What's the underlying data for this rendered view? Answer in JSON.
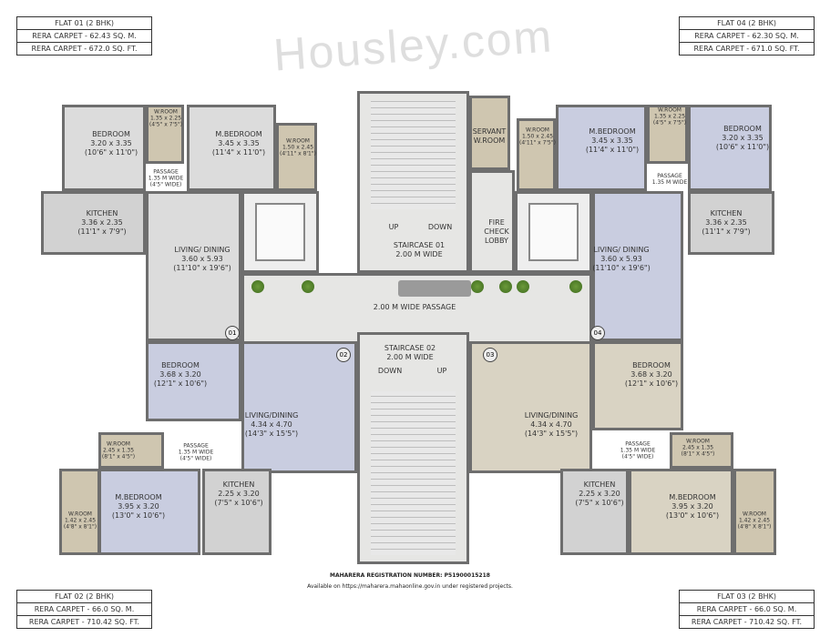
{
  "area_tables": [
    {
      "title": "FLAT 01 (2 BHK)",
      "sqm": "RERA CARPET - 62.43 SQ. M.",
      "sqft": "RERA CARPET - 672.0 SQ. FT."
    },
    {
      "title": "FLAT 04 (2 BHK)",
      "sqm": "RERA CARPET - 62.30 SQ. M.",
      "sqft": "RERA CARPET - 671.0 SQ. FT."
    },
    {
      "title": "FLAT 02 (2 BHK)",
      "sqm": "RERA CARPET -  66.0 SQ. M.",
      "sqft": "RERA CARPET - 710.42 SQ. FT."
    },
    {
      "title": "FLAT 03 (2 BHK)",
      "sqm": "RERA CARPET - 66.0 SQ. M.",
      "sqft": "RERA CARPET - 710.42 SQ. FT."
    }
  ],
  "rooms": [
    {
      "name": "BEDROOM",
      "dim": "3.20 x 3.35",
      "imp": "(10'6\" x 11'0\")"
    },
    {
      "name": "W.ROOM",
      "dim": "1.35 x 2.25",
      "imp": "(4'5\" x 7'5\")"
    },
    {
      "name": "M.BEDROOM",
      "dim": "3.45 x 3.35",
      "imp": "(11'4\" x 11'0\")"
    },
    {
      "name": "W.ROOM",
      "dim": "1.50 x 2.45",
      "imp": "(4'11\" x 8'1\")"
    },
    {
      "name": "PASSAGE",
      "dim": "1.35 M WIDE",
      "imp": "(4'5\" WIDE)"
    },
    {
      "name": "KITCHEN",
      "dim": "3.36 x 2.35",
      "imp": "(11'1\" x 7'9\")"
    },
    {
      "name": "LIVING/ DINING",
      "dim": "3.60 x 5.93",
      "imp": "(11'10\" x 19'6\")"
    },
    {
      "name": "STAIRCASE 01",
      "dim": "2.00 M WIDE",
      "imp": ""
    },
    {
      "name": "SERVANT",
      "dim": "W.ROOM",
      "imp": ""
    },
    {
      "name": "FIRE",
      "dim": "CHECK",
      "imp": "LOBBY"
    },
    {
      "name": "W.ROOM",
      "dim": "1.50 x 2.45",
      "imp": "(4'11\" x 7'5\")"
    },
    {
      "name": "M.BEDROOM",
      "dim": "3.45 x 3.35",
      "imp": "(11'4\" x 11'0\")"
    },
    {
      "name": "W.ROOM",
      "dim": "1.35 x 2.25",
      "imp": "(4'5\" x 7'5\")"
    },
    {
      "name": "BEDROOM",
      "dim": "3.20 x 3.35",
      "imp": "(10'6\" x 11'0\")"
    },
    {
      "name": "PASSAGE",
      "dim": "1.35 M WIDE",
      "imp": ""
    },
    {
      "name": "KITCHEN",
      "dim": "3.36 x 2.35",
      "imp": "(11'1\" x 7'9\")"
    },
    {
      "name": "LIVING/ DINING",
      "dim": "3.60 x 5.93",
      "imp": "(11'10\" x 19'6\")"
    },
    {
      "name": "2.00 M WIDE PASSAGE",
      "dim": "",
      "imp": ""
    },
    {
      "name": "STAIRCASE 02",
      "dim": "2.00 M WIDE",
      "imp": ""
    },
    {
      "name": "BEDROOM",
      "dim": "3.68 x 3.20",
      "imp": "(12'1\" x 10'6\")"
    },
    {
      "name": "LIVING/DINING",
      "dim": "4.34 x 4.70",
      "imp": "(14'3\" x 15'5\")"
    },
    {
      "name": "W.ROOM",
      "dim": "2.45 x 1.35",
      "imp": "(8'1\" x 4'5\")"
    },
    {
      "name": "PASSAGE",
      "dim": "1.35 M WIDE",
      "imp": "(4'5\" WIDE)"
    },
    {
      "name": "M.BEDROOM",
      "dim": "3.95 x 3.20",
      "imp": "(13'0\" x 10'6\")"
    },
    {
      "name": "W.ROOM",
      "dim": "1.42 x 2.45",
      "imp": "(4'8\" x 8'1\")"
    },
    {
      "name": "KITCHEN",
      "dim": "2.25 x 3.20",
      "imp": "(7'5\" x 10'6\")"
    },
    {
      "name": "LIVING/DINING",
      "dim": "4.34 x 4.70",
      "imp": "(14'3\" x 15'5\")"
    },
    {
      "name": "BEDROOM",
      "dim": "3.68 x 3.20",
      "imp": "(12'1\" x 10'6\")"
    },
    {
      "name": "PASSAGE",
      "dim": "1.35 M WIDE",
      "imp": "(4'5\" WIDE)"
    },
    {
      "name": "W.ROOM",
      "dim": "2.45 x 1.35",
      "imp": "(8'1\" X 4'5\")"
    },
    {
      "name": "M.BEDROOM",
      "dim": "3.95 x 3.20",
      "imp": "(13'0\" x 10'6\")"
    },
    {
      "name": "W.ROOM",
      "dim": "1.42 x 2.45",
      "imp": "(4'8\" X 8'1\")"
    },
    {
      "name": "KITCHEN",
      "dim": "2.25 x 3.20",
      "imp": "(7'5\" x 10'6\")"
    }
  ],
  "stair_labels": {
    "s1_up": "UP",
    "s1_down": "DOWN",
    "s2_down": "DOWN",
    "s2_up": "UP"
  },
  "door_tags": [
    "01",
    "02",
    "03",
    "04"
  ],
  "registration": {
    "line1": "MAHARERA REGISTRATION NUMBER: P51900015218",
    "line2": "Available on https://maharera.mahaonline.gov.in under registered projects."
  },
  "watermark": "Housley.com",
  "colors": {
    "flat01": "#dcdcdc",
    "flat04": "#c9cde0",
    "flat02": "#c9cde0",
    "flat03": "#d9d3c3",
    "wall": "#6e6e6e"
  }
}
